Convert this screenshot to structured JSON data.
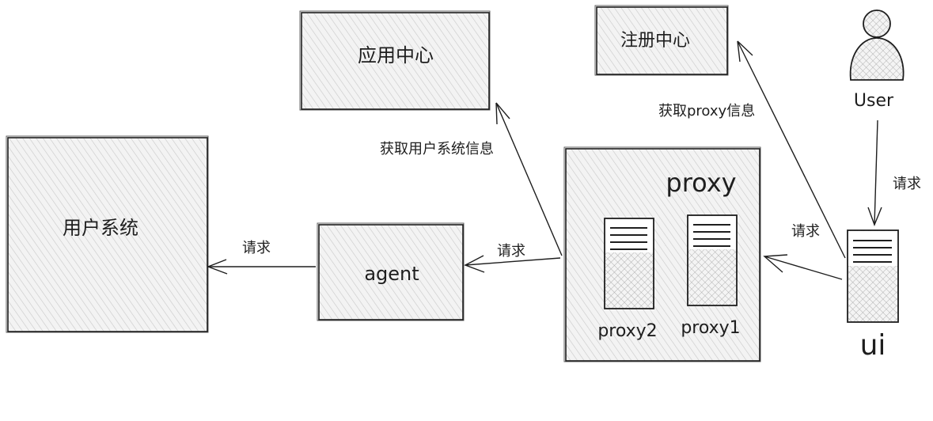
{
  "nodes": {
    "user_system": "用户系统",
    "agent": "agent",
    "app_center": "应用中心",
    "registry": "注册中心",
    "proxy_group": "proxy",
    "proxy1": "proxy1",
    "proxy2": "proxy2",
    "ui": "ui",
    "user": "User"
  },
  "edges": {
    "user_to_ui": "请求",
    "ui_to_proxy": "请求",
    "proxy_to_agent": "请求",
    "agent_to_user_system": "请求",
    "proxy_to_app_center": "获取用户系统信息",
    "ui_to_registry": "获取proxy信息"
  },
  "colors": {
    "stroke": "#1e1e1e",
    "fill_hatch": "#c8c8c8",
    "background": "#ffffff"
  }
}
